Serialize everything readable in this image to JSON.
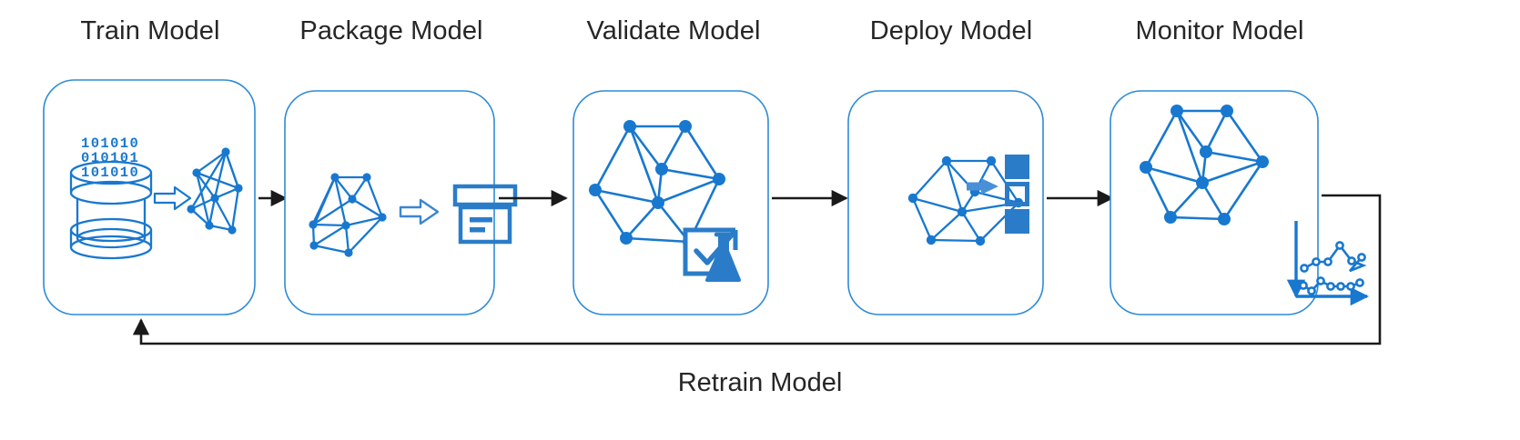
{
  "diagram": {
    "title_sequence": [
      "Train Model",
      "Package Model",
      "Validate Model",
      "Deploy Model",
      "Monitor Model"
    ],
    "loop_label": "Retrain Model",
    "colors": {
      "accent_blue": "#1B7FD4",
      "card_border": "#2E8BD6",
      "icon_blue": "#1878CF",
      "icon_blue_light": "#4A90D9",
      "arrow_black": "#1A1A1A",
      "text": "#262626",
      "background": "#FFFFFF"
    },
    "steps": [
      {
        "id": "train-model",
        "title": "Train Model",
        "icons": [
          "database-cylinder-icon",
          "binary-digits-icon",
          "outlined-arrow-icon",
          "neural-network-graph-icon"
        ],
        "binary_rows": [
          "101010",
          "010101",
          "101010"
        ]
      },
      {
        "id": "package-model",
        "title": "Package Model",
        "icons": [
          "neural-network-graph-icon",
          "outlined-arrow-icon",
          "package-box-icon"
        ]
      },
      {
        "id": "validate-model",
        "title": "Validate Model",
        "icons": [
          "neural-network-graph-icon",
          "checklist-clipboard-icon",
          "flask-icon"
        ]
      },
      {
        "id": "deploy-model",
        "title": "Deploy Model",
        "icons": [
          "neural-network-graph-icon",
          "solid-arrow-icon",
          "server-stack-icon"
        ]
      },
      {
        "id": "monitor-model",
        "title": "Monitor Model",
        "icons": [
          "neural-network-graph-icon",
          "line-chart-icon"
        ],
        "chart": {
          "type": "line",
          "series": [
            {
              "name": "upper-series",
              "values": [
                2,
                3,
                4,
                6,
                3.5,
                3,
                2.5,
                5
              ]
            },
            {
              "name": "lower-series",
              "values": [
                1.2,
                0.6,
                1.9,
                1.1,
                1.1,
                1.1,
                1.1,
                1.6
              ]
            }
          ]
        }
      }
    ],
    "connectors": [
      {
        "from": "train-model",
        "to": "package-model",
        "style": "solid-arrow"
      },
      {
        "from": "package-model",
        "to": "validate-model",
        "style": "solid-arrow"
      },
      {
        "from": "validate-model",
        "to": "deploy-model",
        "style": "solid-arrow"
      },
      {
        "from": "deploy-model",
        "to": "monitor-model",
        "style": "solid-arrow"
      },
      {
        "from": "monitor-model",
        "to": "train-model",
        "style": "feedback-loop",
        "label": "Retrain Model"
      }
    ]
  }
}
